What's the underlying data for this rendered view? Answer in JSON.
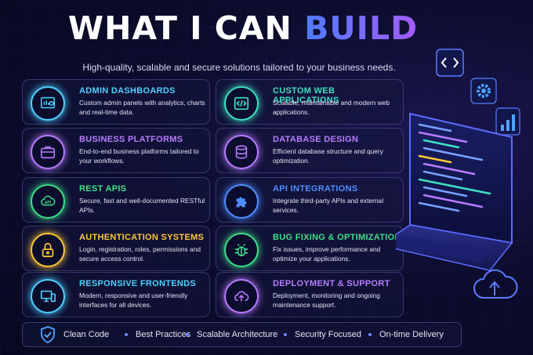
{
  "header": {
    "title_part1": "WHAT I CAN ",
    "title_part2": "BUILD",
    "subtitle": "High-quality, scalable and secure solutions tailored to your business needs."
  },
  "cards": [
    {
      "title": "ADMIN DASHBOARDS",
      "desc": "Custom admin panels with analytics, charts and real-time data.",
      "color": "#4fd2ff",
      "icon": "dashboard-icon"
    },
    {
      "title": "CUSTOM WEB APPLICATIONS",
      "desc": "Scalable, maintainable and modern web applications.",
      "color": "#3fe0c2",
      "icon": "code-icon"
    },
    {
      "title": "BUSINESS PLATFORMS",
      "desc": "End-to-end business platforms tailored to your workflows.",
      "color": "#b77dff",
      "icon": "briefcase-icon"
    },
    {
      "title": "DATABASE DESIGN",
      "desc": "Efficient database structure and query optimization.",
      "color": "#b77dff",
      "icon": "database-icon"
    },
    {
      "title": "REST APIS",
      "desc": "Secure, fast and well-documented RESTful APIs.",
      "color": "#3fe08a",
      "icon": "api-cloud-icon"
    },
    {
      "title": "API INTEGRATIONS",
      "desc": "Integrate third-party APIs and external services.",
      "color": "#4f8dff",
      "icon": "puzzle-icon"
    },
    {
      "title": "AUTHENTICATION SYSTEMS",
      "desc": "Login, registration, roles, permissions and secure access control.",
      "color": "#ffc83a",
      "icon": "lock-icon"
    },
    {
      "title": "BUG FIXING & OPTIMIZATION",
      "desc": "Fix issues, improve performance and optimize your applications.",
      "color": "#3fe08a",
      "icon": "bug-icon"
    },
    {
      "title": "RESPONSIVE FRONTENDS",
      "desc": "Modern, responsive and user-friendly interfaces for all devices.",
      "color": "#4fd2ff",
      "icon": "devices-icon"
    },
    {
      "title": "DEPLOYMENT & SUPPORT",
      "desc": "Deployment, monitoring and ongoing maintenance support.",
      "color": "#b77dff",
      "icon": "cloud-upload-icon"
    }
  ],
  "bottom_bar": {
    "items": [
      "Clean Code",
      "Best Practices",
      "Scalable Architecture",
      "Security Focused",
      "On-time Delivery"
    ]
  },
  "decor": {
    "laptop_icons": [
      "code-icon",
      "gear-icon",
      "bar-chart-icon",
      "cloud-upload-icon"
    ]
  }
}
